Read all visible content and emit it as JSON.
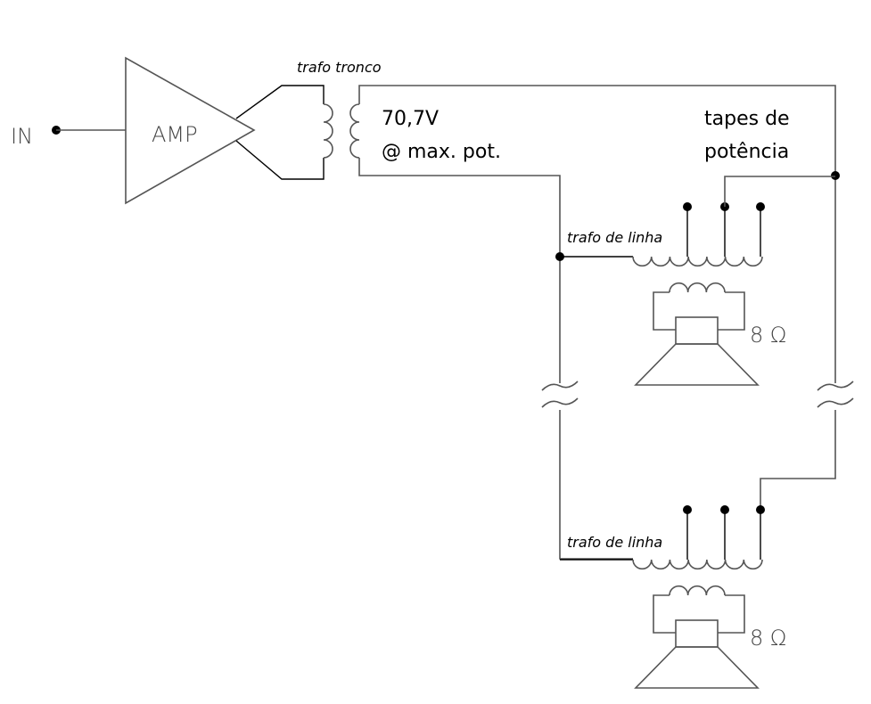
{
  "diagram": {
    "input_label": "IN",
    "amp_label": "AMP",
    "trunk_transformer_label": "trafo tronco",
    "voltage_line1": "70,7V",
    "voltage_line2": "@ max. pot.",
    "taps_line1": "tapes de",
    "taps_line2": "potência",
    "line_transformer_label_1": "trafo de linha",
    "line_transformer_label_2": "trafo de linha",
    "speaker_impedance_1": "8 Ω",
    "speaker_impedance_2": "8 Ω"
  }
}
